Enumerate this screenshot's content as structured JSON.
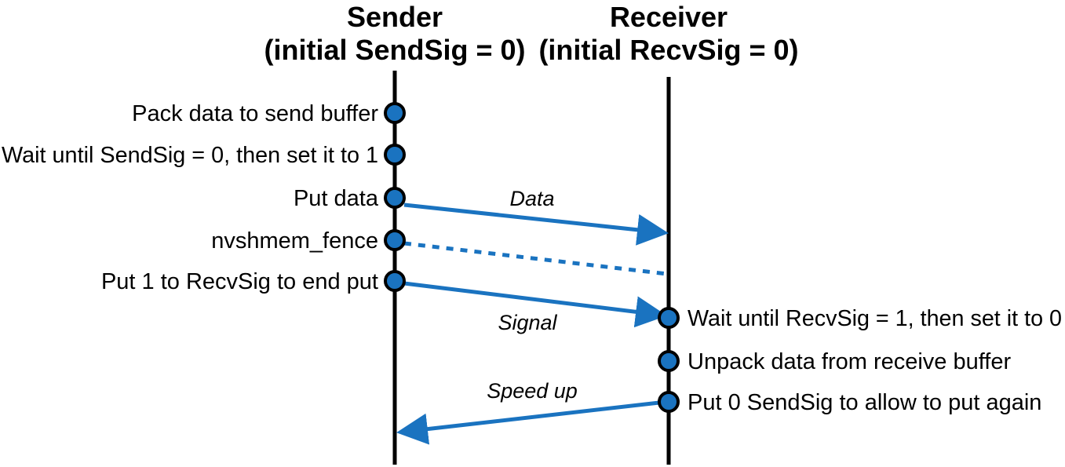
{
  "sender": {
    "title": "Sender",
    "subtitle": "(initial SendSig = 0)",
    "steps": [
      "Pack data to send buffer",
      "Wait until SendSig = 0, then set it to 1",
      "Put data",
      "nvshmem_fence",
      "Put 1 to RecvSig to end put"
    ]
  },
  "receiver": {
    "title": "Receiver",
    "subtitle": "(initial RecvSig = 0)",
    "steps": [
      "Wait until RecvSig = 1, then set it to 0",
      "Unpack data from receive buffer",
      "Put 0 SendSig to allow to put again"
    ]
  },
  "messages": {
    "data": "Data",
    "signal": "Signal",
    "speed_up": "Speed up"
  },
  "colors": {
    "accent": "#1a73c0",
    "line": "#000000"
  }
}
